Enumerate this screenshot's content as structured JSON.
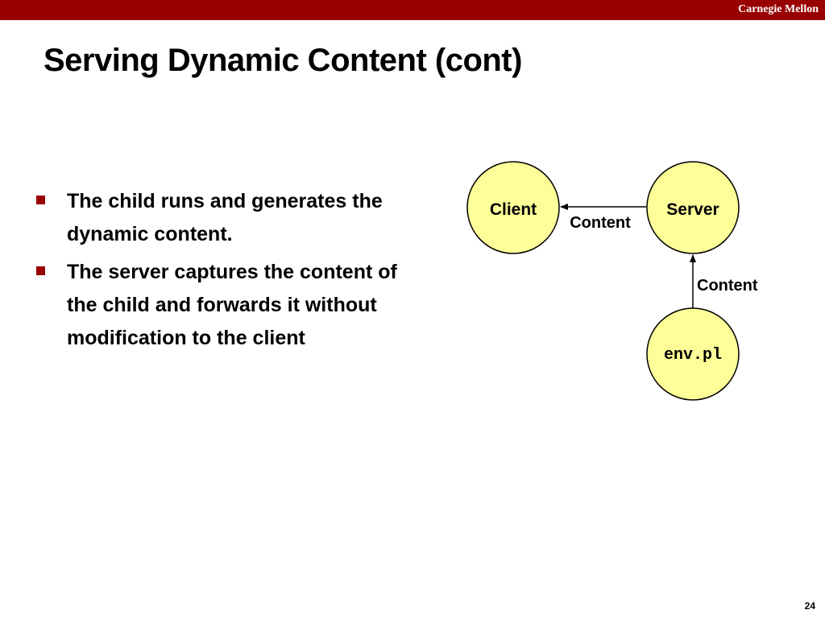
{
  "header": {
    "brand": "Carnegie Mellon",
    "accent_color": "#990000"
  },
  "slide": {
    "title": "Serving Dynamic Content (cont)",
    "page_number": "24"
  },
  "bullets": [
    {
      "text": "The child runs and generates the dynamic content."
    },
    {
      "text": "The server captures the content of the child and forwards it without modification to the client"
    }
  ],
  "diagram": {
    "nodes": {
      "client": "Client",
      "server": "Server",
      "script": "env.pl"
    },
    "edges": {
      "server_to_client": "Content",
      "script_to_server": "Content"
    },
    "node_fill": "#FFFF99",
    "node_stroke": "#000000"
  }
}
